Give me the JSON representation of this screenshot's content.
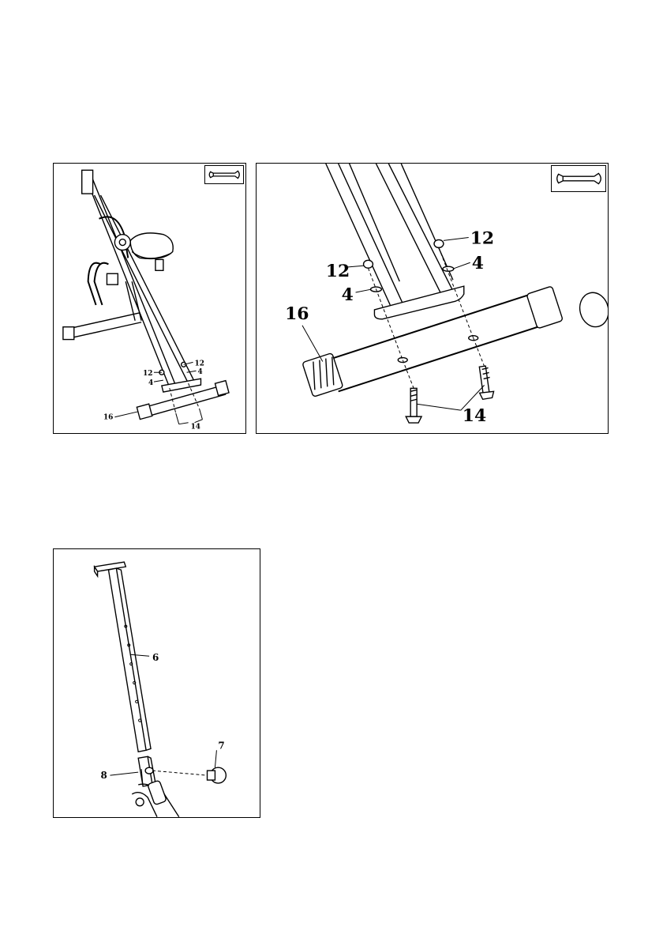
{
  "step_a": {
    "overview_labels": {
      "nut": "12",
      "nut_left": "12",
      "washer": "4",
      "washer_left": "4",
      "foot": "16",
      "bolt": "14"
    },
    "detail_labels": {
      "nut_right": "12",
      "nut_left": "12",
      "washer_right": "4",
      "washer_left": "4",
      "foot": "16",
      "bolts": "14"
    },
    "tool_icon": "wrench-icon"
  },
  "step_b": {
    "labels": {
      "seat_post": "6",
      "knob": "7",
      "frame_post": "8"
    }
  },
  "colors": {
    "line": "#000000",
    "background": "#ffffff"
  }
}
